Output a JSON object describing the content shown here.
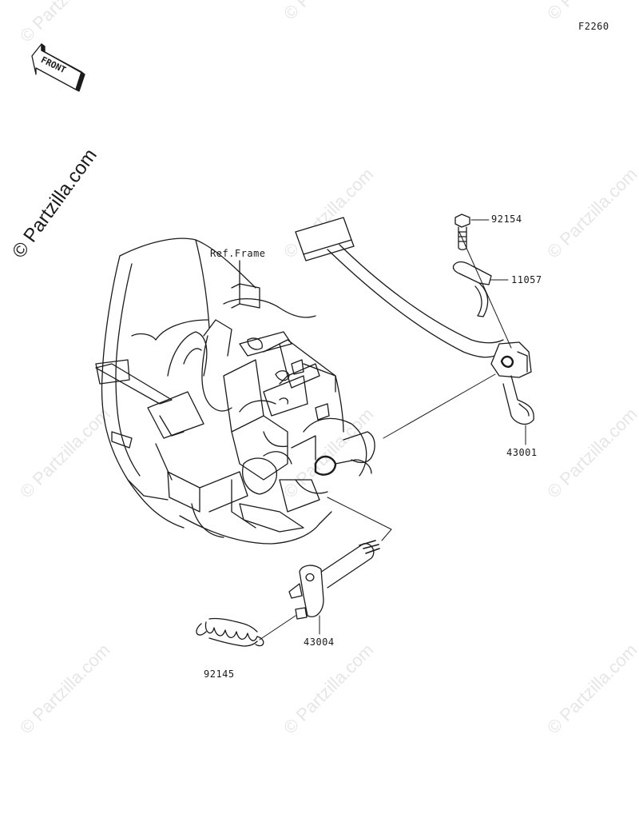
{
  "figure_code": "F2260",
  "copyright": "© Partzilla.com",
  "watermark": "© Partzilla.com",
  "front_label": "FRONT",
  "ref_label": "Ref.Frame",
  "parts": [
    {
      "id": "92154"
    },
    {
      "id": "11057"
    },
    {
      "id": "43001"
    },
    {
      "id": "43004"
    },
    {
      "id": "92145"
    }
  ],
  "colors": {
    "line": "#1a1a1a",
    "watermark": "#e6e6e6",
    "background": "#ffffff"
  }
}
